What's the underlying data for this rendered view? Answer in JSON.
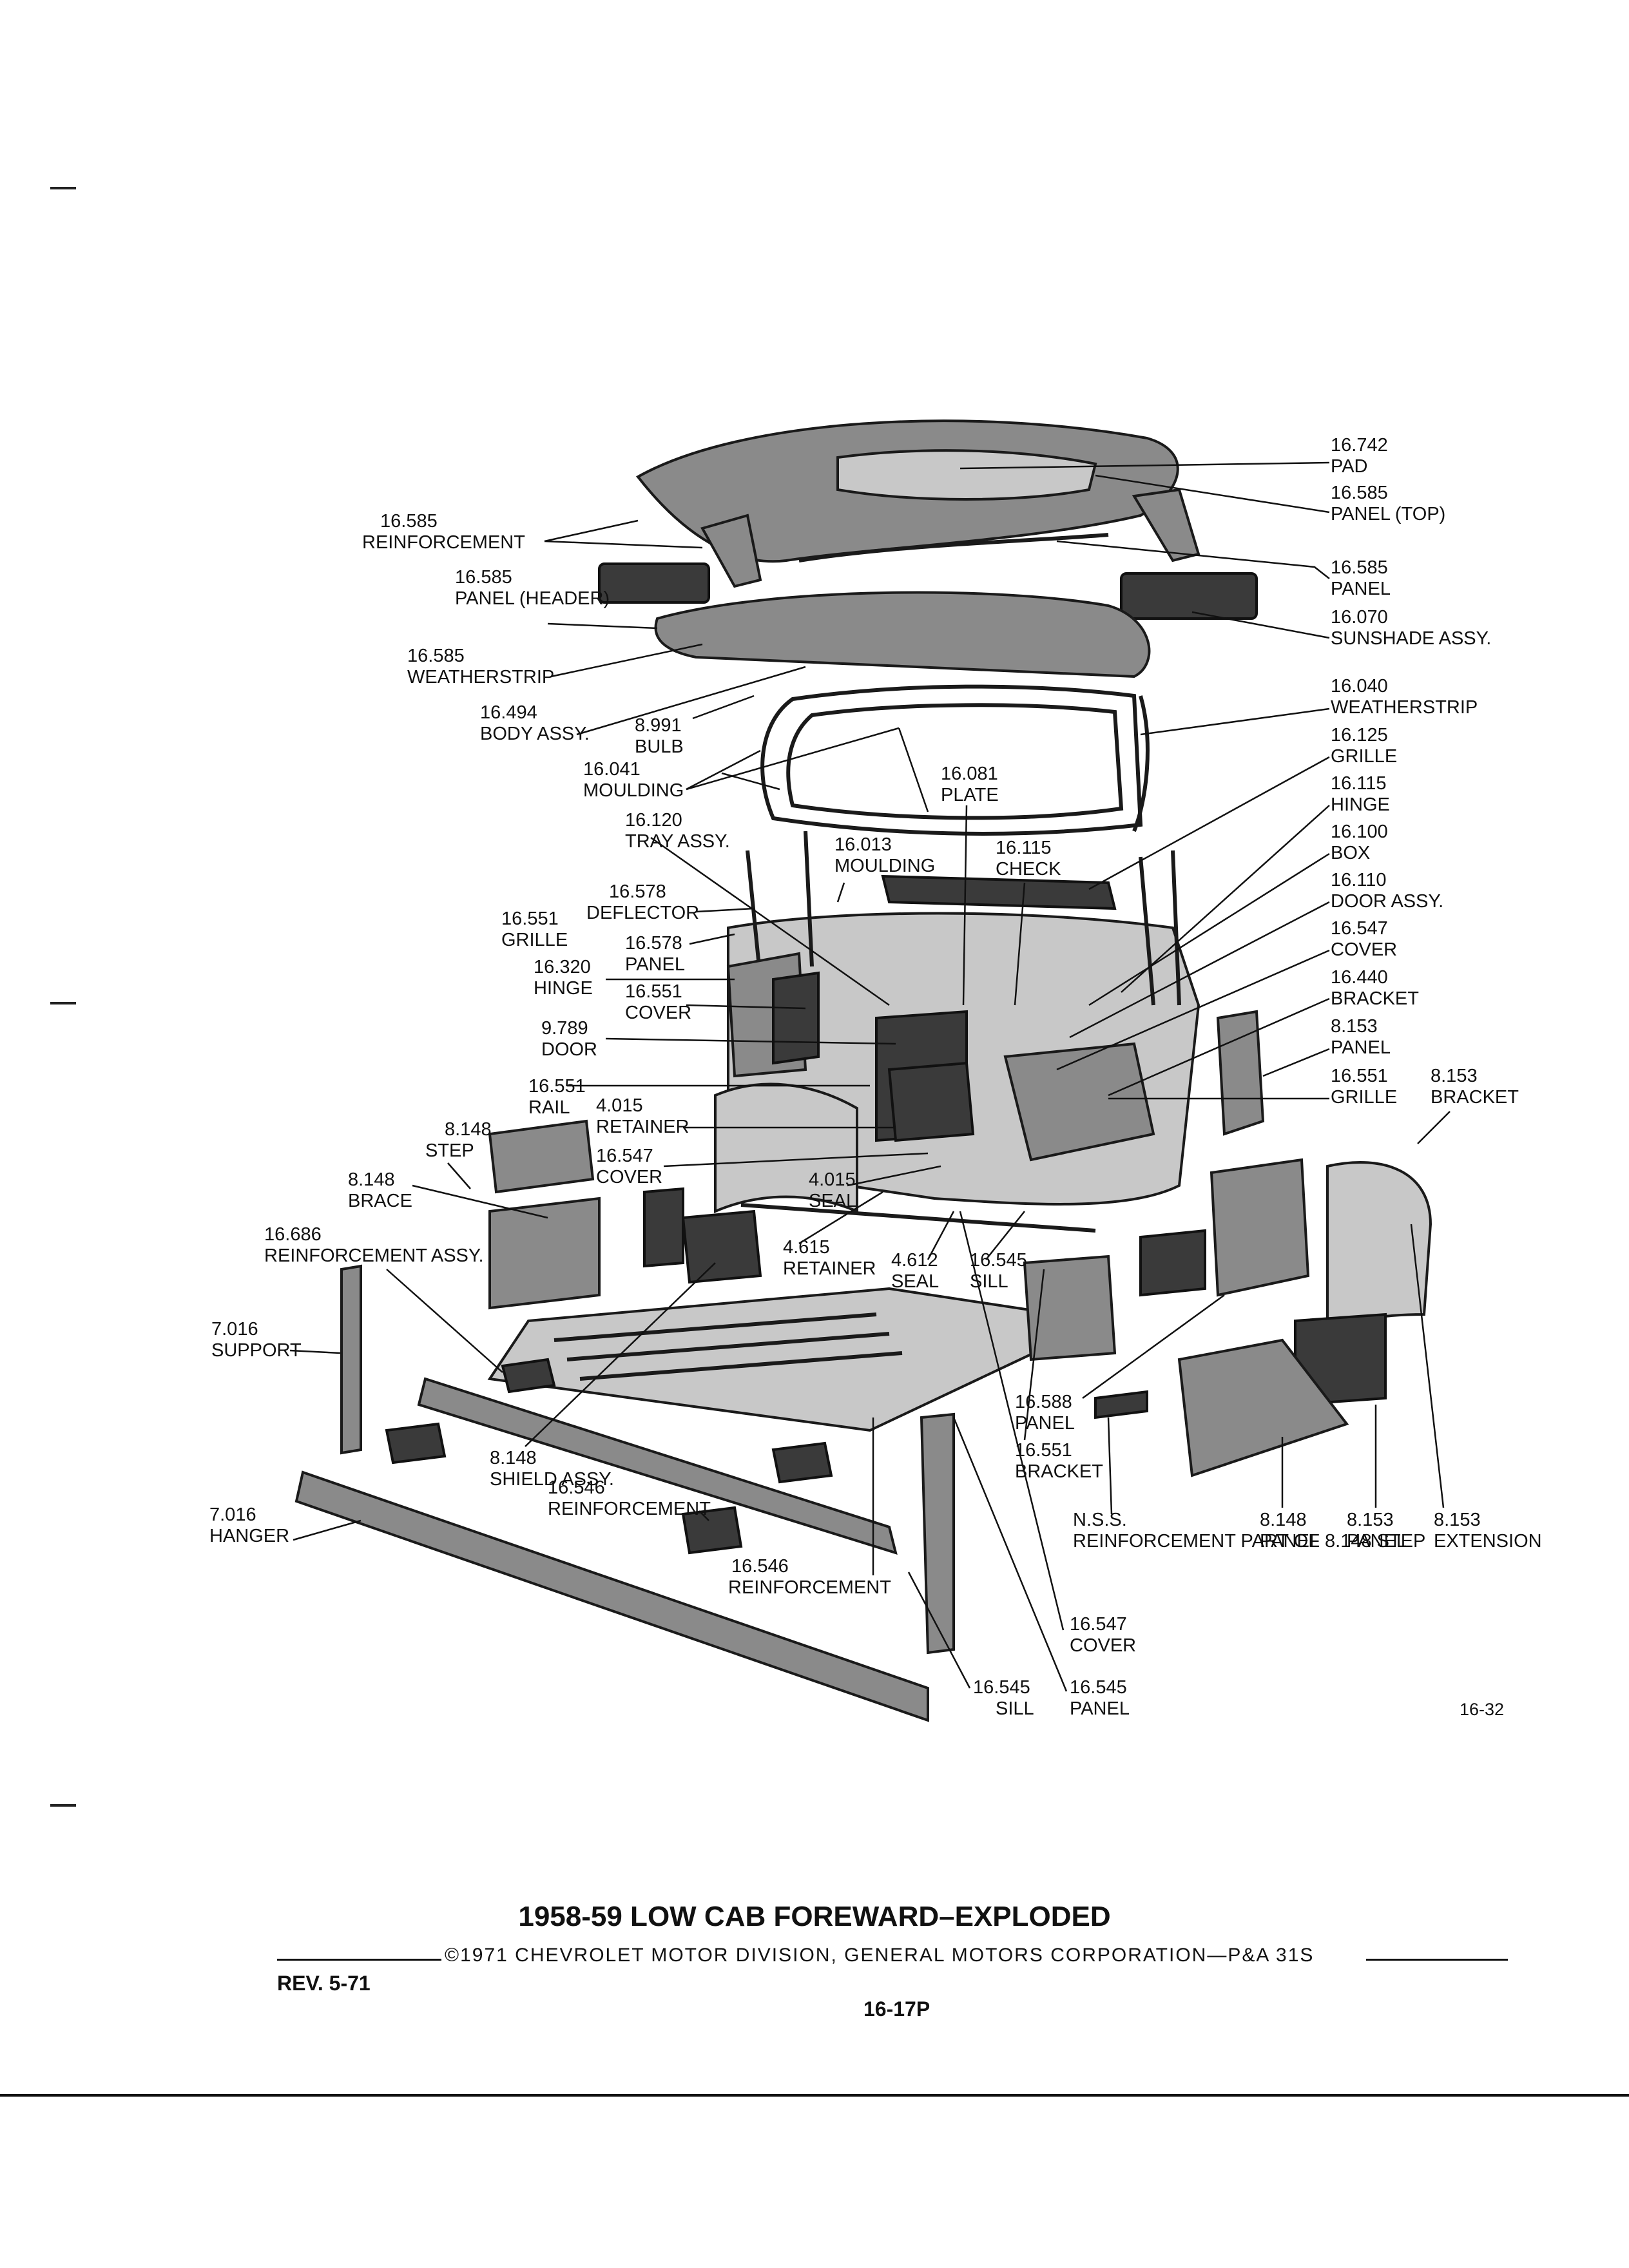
{
  "callouts": [
    {
      "num": "16.742",
      "name": "PAD"
    },
    {
      "num": "16.585",
      "name": "PANEL (TOP)"
    },
    {
      "num": "16.585",
      "name": "PANEL"
    },
    {
      "num": "16.070",
      "name": "SUNSHADE ASSY."
    },
    {
      "num": "16.040",
      "name": "WEATHERSTRIP"
    },
    {
      "num": "16.125",
      "name": "GRILLE"
    },
    {
      "num": "16.115",
      "name": "HINGE"
    },
    {
      "num": "16.100",
      "name": "BOX"
    },
    {
      "num": "16.110",
      "name": "DOOR ASSY."
    },
    {
      "num": "16.547",
      "name": "COVER"
    },
    {
      "num": "16.440",
      "name": "BRACKET"
    },
    {
      "num": "8.153",
      "name": "PANEL"
    },
    {
      "num": "16.551",
      "name": "GRILLE"
    },
    {
      "num": "8.153",
      "name": "BRACKET"
    },
    {
      "num": "16.585",
      "name": "REINFORCEMENT"
    },
    {
      "num": "16.585",
      "name": "PANEL (HEADER)"
    },
    {
      "num": "16.585",
      "name": "WEATHERSTRIP"
    },
    {
      "num": "16.494",
      "name": "BODY ASSY."
    },
    {
      "num": "8.991",
      "name": "BULB"
    },
    {
      "num": "16.041",
      "name": "MOULDING"
    },
    {
      "num": "16.081",
      "name": "PLATE"
    },
    {
      "num": "16.120",
      "name": "TRAY ASSY."
    },
    {
      "num": "16.013",
      "name": "MOULDING"
    },
    {
      "num": "16.115",
      "name": "CHECK"
    },
    {
      "num": "16.578",
      "name": "DEFLECTOR"
    },
    {
      "num": "16.551",
      "name": "GRILLE"
    },
    {
      "num": "16.578",
      "name": "PANEL"
    },
    {
      "num": "16.320",
      "name": "HINGE"
    },
    {
      "num": "16.551",
      "name": "COVER"
    },
    {
      "num": "9.789",
      "name": "DOOR"
    },
    {
      "num": "16.551",
      "name": "RAIL"
    },
    {
      "num": "4.015",
      "name": "RETAINER"
    },
    {
      "num": "8.148",
      "name": "STEP"
    },
    {
      "num": "16.547",
      "name": "COVER"
    },
    {
      "num": "8.148",
      "name": "BRACE"
    },
    {
      "num": "4.015",
      "name": "SEAL"
    },
    {
      "num": "16.686",
      "name": "REINFORCEMENT ASSY."
    },
    {
      "num": "4.615",
      "name": "RETAINER"
    },
    {
      "num": "4.612",
      "name": "SEAL"
    },
    {
      "num": "16.545",
      "name": "SILL"
    },
    {
      "num": "7.016",
      "name": "SUPPORT"
    },
    {
      "num": "16.588",
      "name": "PANEL"
    },
    {
      "num": "16.551",
      "name": "BRACKET"
    },
    {
      "num": "8.148",
      "name": "SHIELD ASSY."
    },
    {
      "num": "16.546",
      "name": "REINFORCEMENT"
    },
    {
      "num": "7.016",
      "name": "HANGER"
    },
    {
      "num": "16.546",
      "name": "REINFORCEMENT"
    },
    {
      "num": "N.S.S.",
      "name": "REINFORCEMENT PART OF 8.148 STEP"
    },
    {
      "num": "8.148",
      "name": "PANEL"
    },
    {
      "num": "8.153",
      "name": "PANEL"
    },
    {
      "num": "8.153",
      "name": "EXTENSION"
    },
    {
      "num": "16.547",
      "name": "COVER"
    },
    {
      "num": "16.545",
      "name": "SILL"
    },
    {
      "num": "16.545",
      "name": "PANEL"
    }
  ],
  "figure_number": "16-32",
  "title": "1958-59 LOW CAB FOREWARD–EXPLODED",
  "copyright": "©1971 CHEVROLET MOTOR DIVISION, GENERAL MOTORS CORPORATION—P&A 31S",
  "revision": "REV. 5-71",
  "page_number": "16-17P"
}
